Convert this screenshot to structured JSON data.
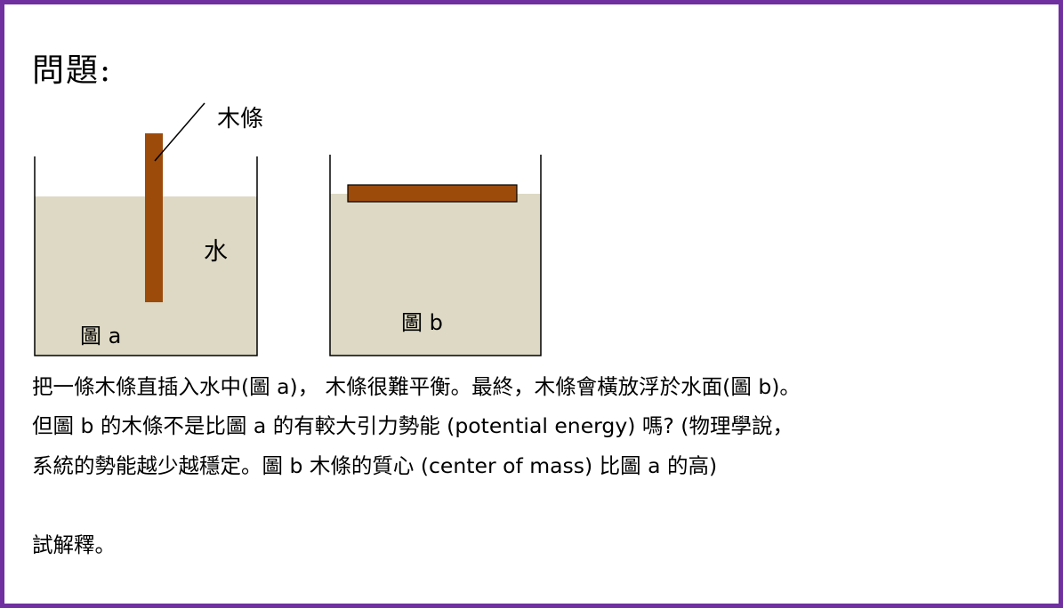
{
  "heading": "問題:",
  "figure": {
    "stick_label": "木條",
    "water_label": "水",
    "label_a": "圖 a",
    "label_b": "圖 b"
  },
  "colors": {
    "border": "#7030a0",
    "water": "#ddd9c4",
    "stick": "#9c4b0b",
    "container": "#000000"
  },
  "paragraph": {
    "line1": "把一條木條直插入水中(圖 a)，  木條很難平衡。最終，木條會橫放浮於水面(圖 b)。",
    "line2": "但圖 b  的木條不是比圖 a 的有較大引力勢能  (potential energy)  嗎?       (物理學說，",
    "line3": "系統的勢能越少越穩定。圖 b 木條的質心  (center of mass)  比圖 a 的高)"
  },
  "prompt": "試解釋。"
}
